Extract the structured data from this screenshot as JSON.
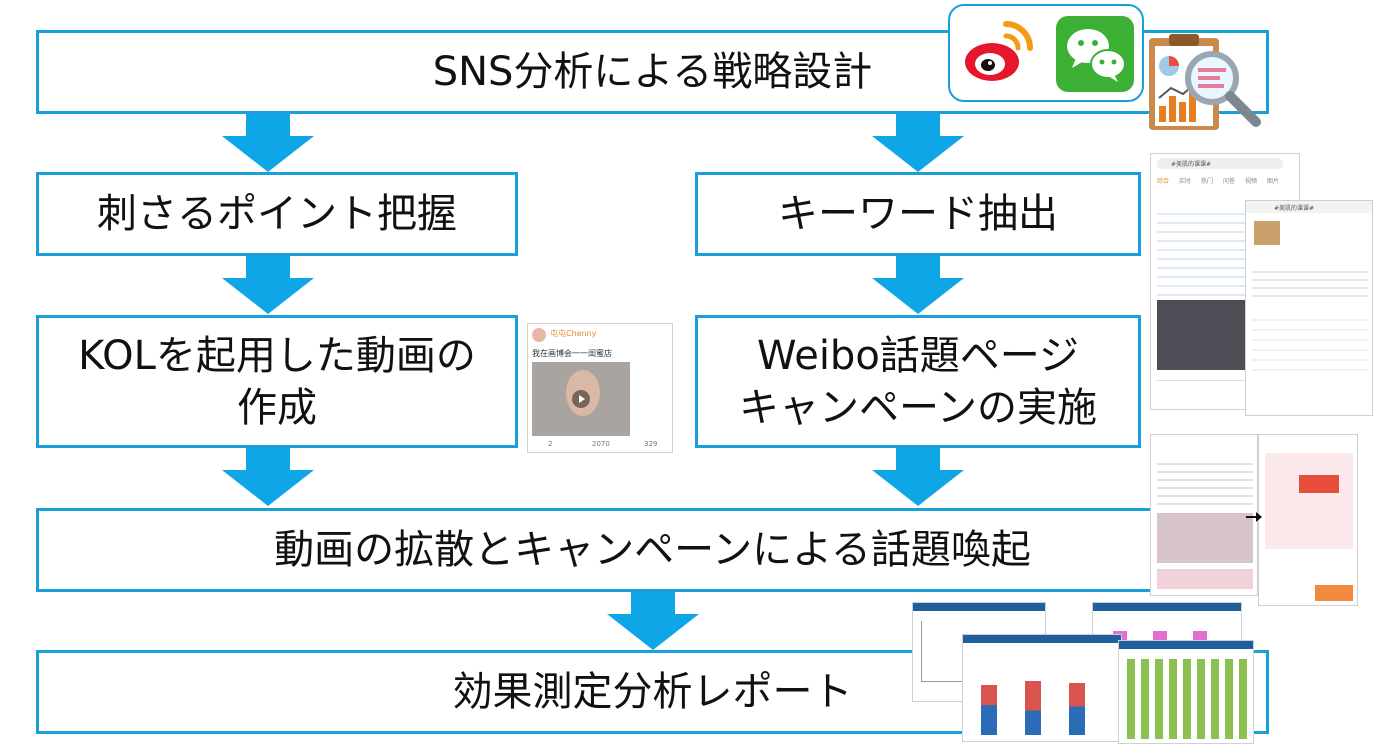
{
  "steps": {
    "s1": "SNS分析による戦略設計",
    "s2a": "刺さるポイント把握",
    "s2b": "キーワード抽出",
    "s3a_line1": "KOLを起用した動画の",
    "s3a_line2": "作成",
    "s3b_line1": "Weibo話題ページ",
    "s3b_line2": "キャンペーンの実施",
    "s4": "動画の拡散とキャンペーンによる話題喚起",
    "s5": "効果測定分析レポート"
  },
  "thumbnails": {
    "kol_name": "屯屯Chenny",
    "kol_caption": "我在画博会一一闺蜜店",
    "kol_stats": [
      "2",
      "2070",
      "329"
    ],
    "weibo_search": "#美肌的课课#",
    "weibo_topic": "#美肌的课课#",
    "weibo_tabs": [
      "综合",
      "实时",
      "热门",
      "问答",
      "视频",
      "图片"
    ]
  },
  "colors": {
    "accent": "#1a9fd8",
    "arrow": "#0fa6e8",
    "weibo_red": "#e6162d",
    "wechat_green": "#3cb034"
  },
  "icons": [
    "weibo-icon",
    "wechat-icon",
    "analytics-clipboard-icon",
    "magnifier-icon"
  ]
}
